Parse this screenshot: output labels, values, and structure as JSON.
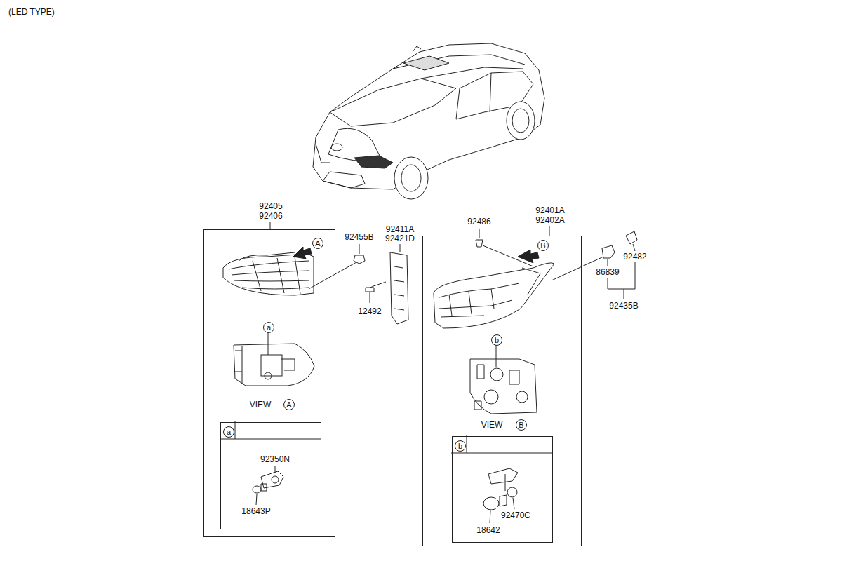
{
  "diagram": {
    "nodes": [
      {
        "text": [
          "92405 92406"
        ]
      },
      {
        "text": [
          "A"
        ],
        "in": 0
      },
      {
        "text": [
          "a"
        ],
        "in": 0
      },
      {
        "text": [
          "A"
        ],
        "in": 0
      },
      {
        "text": [
          "a"
        ],
        "in": 0
      },
      {
        "text": [
          "92401A 92402A"
        ]
      },
      {
        "text": [
          "B"
        ],
        "in": 5
      },
      {
        "text": [
          "b"
        ],
        "in": 5
      },
      {
        "text": [
          "B"
        ],
        "in": 5
      },
      {
        "text": [
          "b"
        ],
        "in": 5
      }
    ],
    "edges": [],
    "labels": [
      "(LED TYPE)",
      "92455B",
      "92411A",
      "92421D",
      "12492",
      "92486",
      "86839",
      "92482",
      "92435B",
      "VIEW",
      "92350N",
      "18643P",
      "VIEW",
      "92470C",
      "18642"
    ]
  }
}
